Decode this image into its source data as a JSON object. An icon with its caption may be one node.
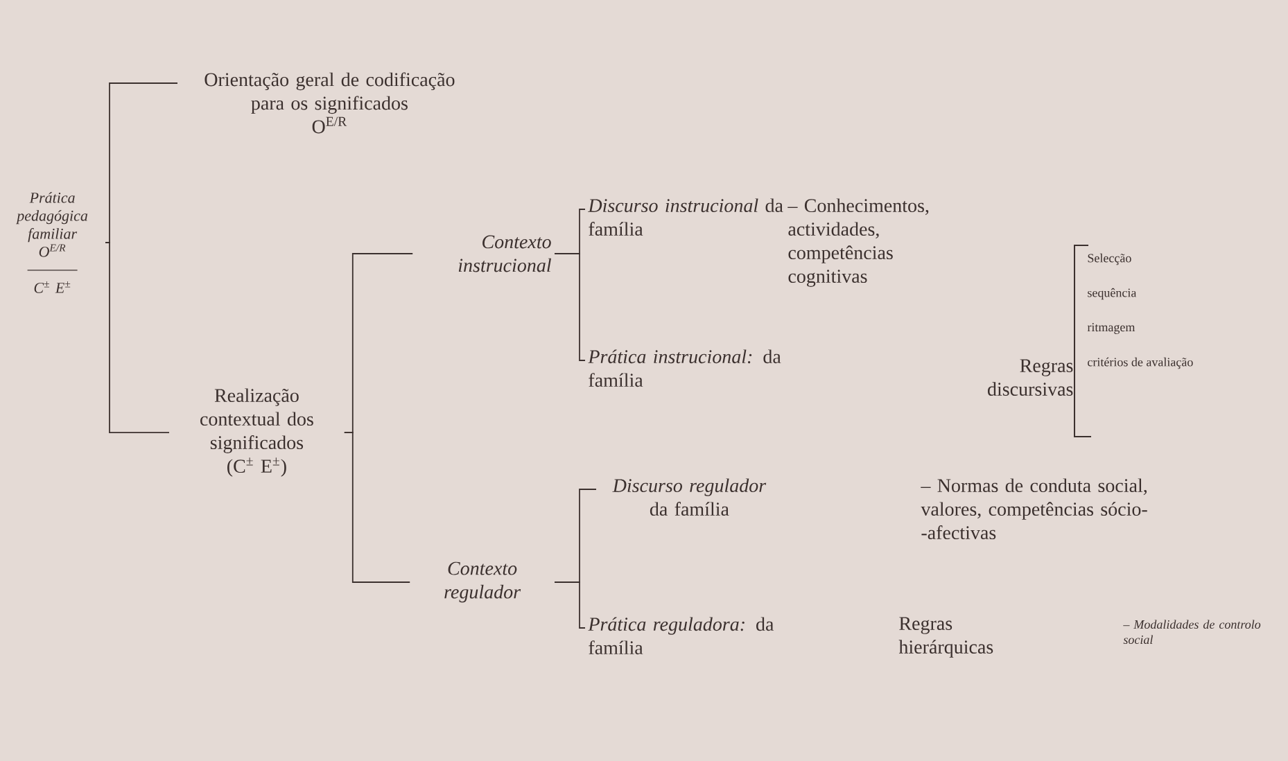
{
  "diagram": {
    "nodes": [
      {
        "text": [
          "Prática pedagógica familiar",
          "O$^{E/R}$",
          "C$^{±}$ E$^{±}$"
        ]
      },
      {
        "text": [
          "Orientação geral de codificação para os significados",
          "O$^{E/R}$"
        ]
      },
      {
        "text": [
          "Realização contextual dos significados",
          "(C$^{±}$ E$^{±}$)"
        ]
      },
      {
        "text": [
          "Contexto instrucional"
        ]
      },
      {
        "text": [
          "Contexto regulador"
        ]
      },
      {
        "text": [
          "*Discurso instrucional* da família"
        ]
      },
      {
        "text": [
          "– Conhecimentos, actividades, competências cognitivas"
        ]
      },
      {
        "text": [
          "*Prática instrucional:* da família"
        ]
      },
      {
        "text": [
          "Regras discursivas"
        ]
      },
      {
        "text": [
          "*Discurso regulador* da família"
        ]
      },
      {
        "text": [
          "– Normas de conduta social, valores, competências sócio- -afectivas"
        ]
      },
      {
        "text": [
          "*Prática reguladora:* da família"
        ]
      },
      {
        "text": [
          "Regras hierárquicas"
        ]
      },
      {
        "text": [
          "– Modalidades de controlo social"
        ]
      }
    ],
    "edges": [
      {
        "from": 0,
        "to": 1,
        "arrow": "none"
      },
      {
        "from": 0,
        "to": 2,
        "arrow": "none"
      },
      {
        "from": 2,
        "to": 3,
        "arrow": "none"
      },
      {
        "from": 2,
        "to": 4,
        "arrow": "none"
      },
      {
        "from": 3,
        "to": 5,
        "arrow": "none"
      },
      {
        "from": 3,
        "to": 7,
        "arrow": "none"
      },
      {
        "from": 4,
        "to": 9,
        "arrow": "none"
      },
      {
        "from": 4,
        "to": 11,
        "arrow": "none"
      }
    ],
    "labels": [
      "Selecção",
      "sequência",
      "ritmagem",
      "critérios de avaliação"
    ]
  }
}
